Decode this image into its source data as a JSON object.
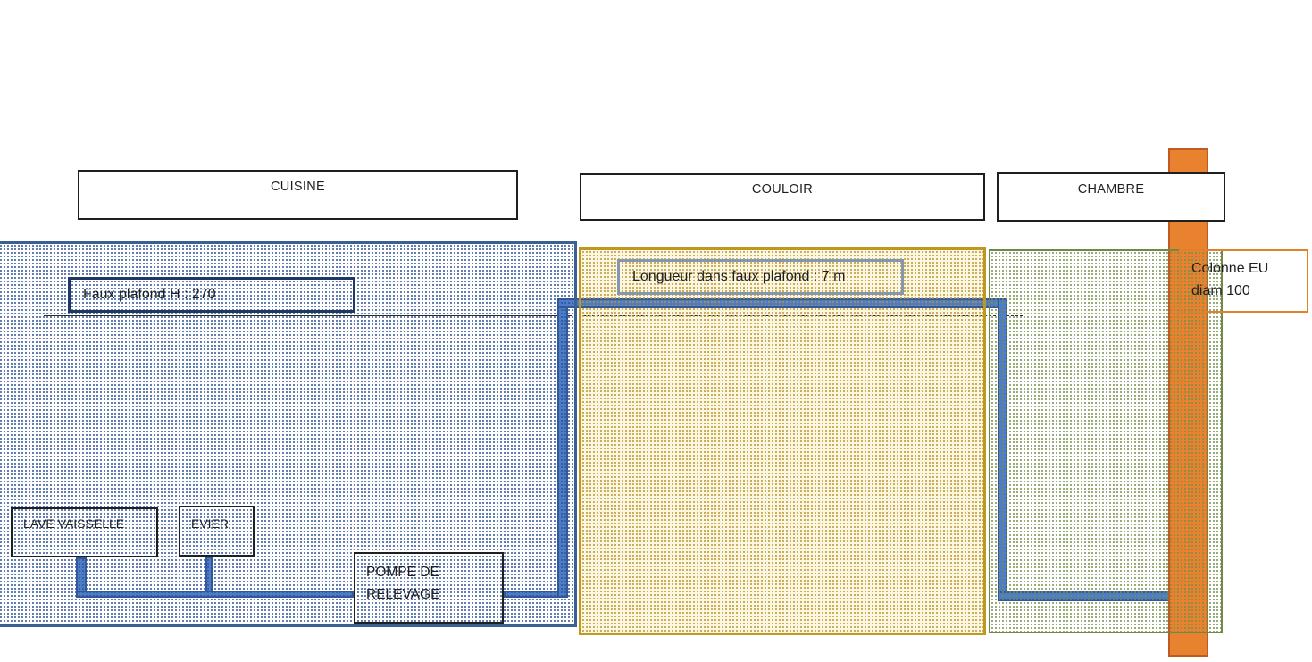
{
  "diagram": {
    "rooms": [
      {
        "id": "cuisine",
        "label": "CUISINE"
      },
      {
        "id": "couloir",
        "label": "COULOIR"
      },
      {
        "id": "chambre",
        "label": "CHAMBRE"
      }
    ],
    "annotations": {
      "faux_plafond": "Faux plafond H : 270",
      "longueur": "Longueur dans faux plafond : 7 m",
      "lave_vaisselle": "LAVE VAISSELLE",
      "evier": "EVIER",
      "pompe_line1": "POMPE DE",
      "pompe_line2": "RELEVAGE",
      "colonne_line1": "Colonne EU",
      "colonne_line2": "diam 100"
    },
    "colors": {
      "pipe_fill": "#4E7DC8",
      "pipe_edge": "#35589B",
      "blue_region_border": "#3A6096",
      "blue_region_dots": "#2E5395",
      "yellow_region_border": "#BF9822",
      "yellow_region_fill": "#FCF7E1",
      "yellow_region_dots": "#BA9433",
      "green_region_border": "#6D8B46",
      "green_region_dots": "#74904C",
      "orange_column_fill": "#E8822F",
      "orange_column_border": "#C05A21",
      "annotation_border_navy": "#1F3864",
      "annotation_border_bluegray": "#8496B0",
      "annotation_border_orange": "#E0812C"
    }
  }
}
